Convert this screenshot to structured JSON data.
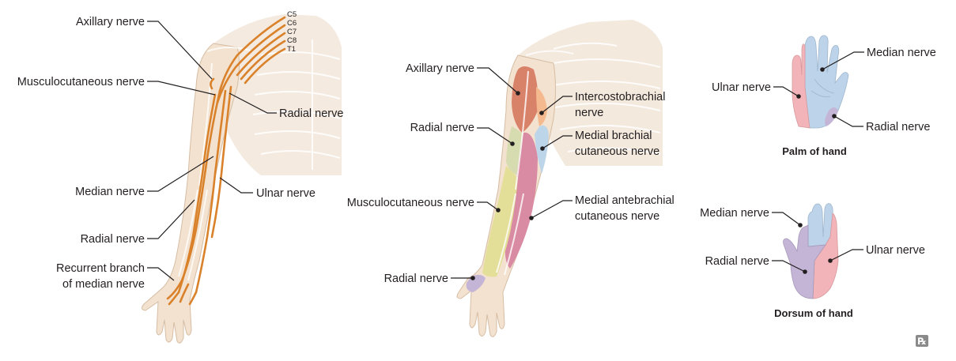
{
  "colors": {
    "skin": "#f3e2cf",
    "nerve": "#d9822b",
    "axillary": "#d9826a",
    "radial": "#d7dcb0",
    "musculocutaneous": "#e4df98",
    "intercostobrachial": "#f4b98f",
    "medial_brachial": "#bcd5e8",
    "medial_antebrachial": "#d98ba3",
    "median_hand": "#bcd3ea",
    "ulnar_hand": "#f2b4b8",
    "radial_hand": "#c4b5d6"
  },
  "panel1": {
    "roots": [
      "C5",
      "C6",
      "C7",
      "C8",
      "T1"
    ],
    "labels": {
      "axillary": "Axillary nerve",
      "musculocutaneous": "Musculocutaneous nerve",
      "radial_upper": "Radial nerve",
      "median": "Median nerve",
      "ulnar": "Ulnar nerve",
      "radial_lower": "Radial nerve",
      "recurrent_1": "Recurrent branch",
      "recurrent_2": "of median nerve"
    }
  },
  "panel2": {
    "labels": {
      "axillary": "Axillary nerve",
      "radial_upper": "Radial nerve",
      "musculocutaneous": "Musculocutaneous nerve",
      "radial_lower": "Radial nerve",
      "intercostobrachial_1": "Intercostobrachial",
      "intercostobrachial_2": "nerve",
      "medial_brachial_1": "Medial brachial",
      "medial_brachial_2": "cutaneous nerve",
      "medial_antebrachial_1": "Medial antebrachial",
      "medial_antebrachial_2": "cutaneous nerve"
    }
  },
  "panel3": {
    "palm": {
      "caption": "Palm of hand",
      "median": "Median nerve",
      "ulnar": "Ulnar nerve",
      "radial": "Radial nerve"
    },
    "dorsum": {
      "caption": "Dorsum of hand",
      "median": "Median nerve",
      "radial": "Radial nerve",
      "ulnar": "Ulnar nerve"
    }
  },
  "logo": "℞"
}
